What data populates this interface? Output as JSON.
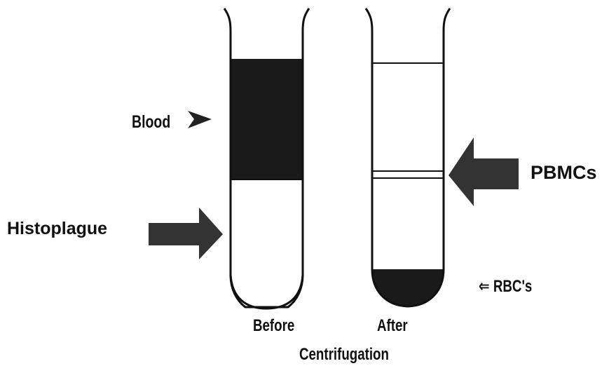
{
  "labels": {
    "blood": "Blood",
    "histopaque": "Histoplague",
    "pbmcs": "PBMCs",
    "rbcs": "⇐ RBC's",
    "before": "Before",
    "after": "After",
    "centrifugation": "Centrifugation"
  },
  "colors": {
    "ink": "#111111",
    "blood_fill": "#1a1a1a",
    "arrow_fill": "#333333",
    "background": "#ffffff"
  },
  "icons": {
    "blood_pointer": "arrowhead-icon",
    "histopaque_pointer": "block-arrow-right-icon",
    "pbmc_pointer": "block-arrow-left-icon"
  }
}
